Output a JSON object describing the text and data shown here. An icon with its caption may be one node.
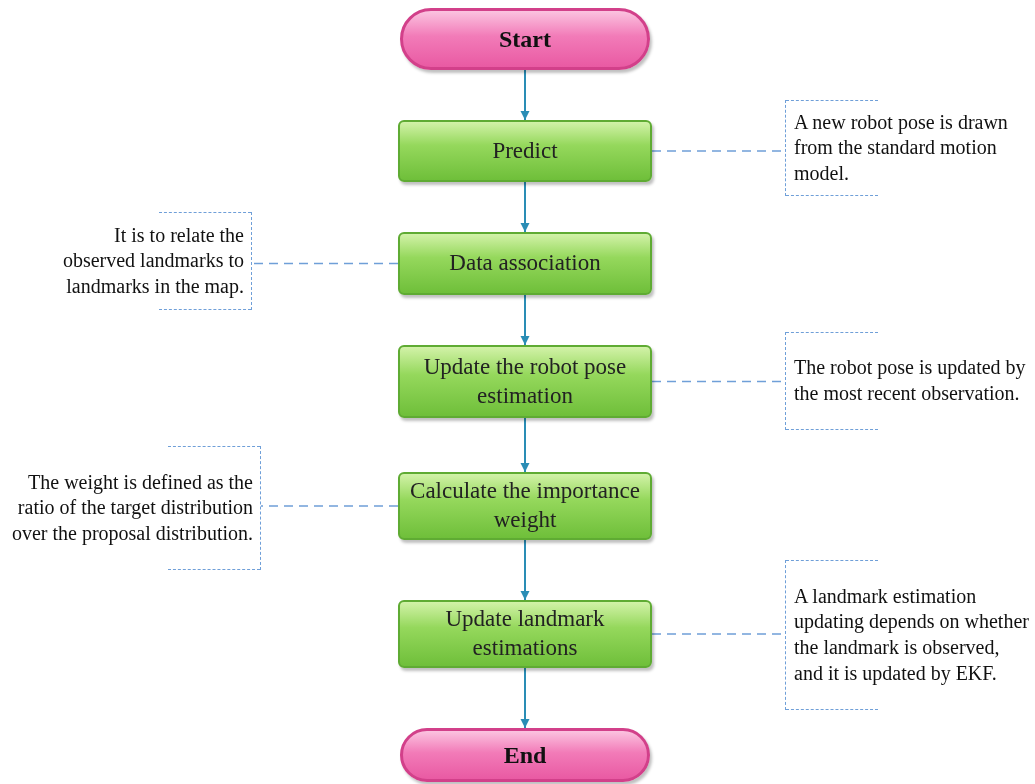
{
  "diagram": {
    "nodes": [
      {
        "text": [
          "Start"
        ]
      },
      {
        "text": [
          "Predict"
        ]
      },
      {
        "text": [
          "A new robot pose is drawn from the standard motion model."
        ]
      },
      {
        "text": [
          "Data association"
        ]
      },
      {
        "text": [
          "It is to relate the observed landmarks to landmarks in the map."
        ]
      },
      {
        "text": [
          "Update the robot pose estimation"
        ]
      },
      {
        "text": [
          "The robot pose is updated by  the most recent observation."
        ]
      },
      {
        "text": [
          "Calculate the importance weight"
        ]
      },
      {
        "text": [
          "The weight is defined  as the ratio of the target distribution over the proposal distribution."
        ]
      },
      {
        "text": [
          "Update landmark estimations"
        ]
      },
      {
        "text": [
          "A landmark estimation updating depends on whether the landmark is observed,  and it is updated by EKF."
        ]
      },
      {
        "text": [
          "End"
        ]
      }
    ],
    "edges": [
      {
        "from": 0,
        "to": 1,
        "arrow": "to"
      },
      {
        "from": 1,
        "to": 3,
        "arrow": "to"
      },
      {
        "from": 3,
        "to": 5,
        "arrow": "to"
      },
      {
        "from": 5,
        "to": 7,
        "arrow": "to"
      },
      {
        "from": 7,
        "to": 9,
        "arrow": "to"
      },
      {
        "from": 9,
        "to": 11,
        "arrow": "to"
      },
      {
        "from": 1,
        "to": 2,
        "arrow": "none",
        "style": "dashed",
        "color": "#6f9fd8"
      },
      {
        "from": 3,
        "to": 4,
        "arrow": "none",
        "style": "dashed",
        "color": "#6f9fd8"
      },
      {
        "from": 5,
        "to": 6,
        "arrow": "none",
        "style": "dashed",
        "color": "#6f9fd8"
      },
      {
        "from": 7,
        "to": 8,
        "arrow": "none",
        "style": "dashed",
        "color": "#6f9fd8"
      },
      {
        "from": 9,
        "to": 10,
        "arrow": "none",
        "style": "dashed",
        "color": "#6f9fd8"
      }
    ]
  }
}
